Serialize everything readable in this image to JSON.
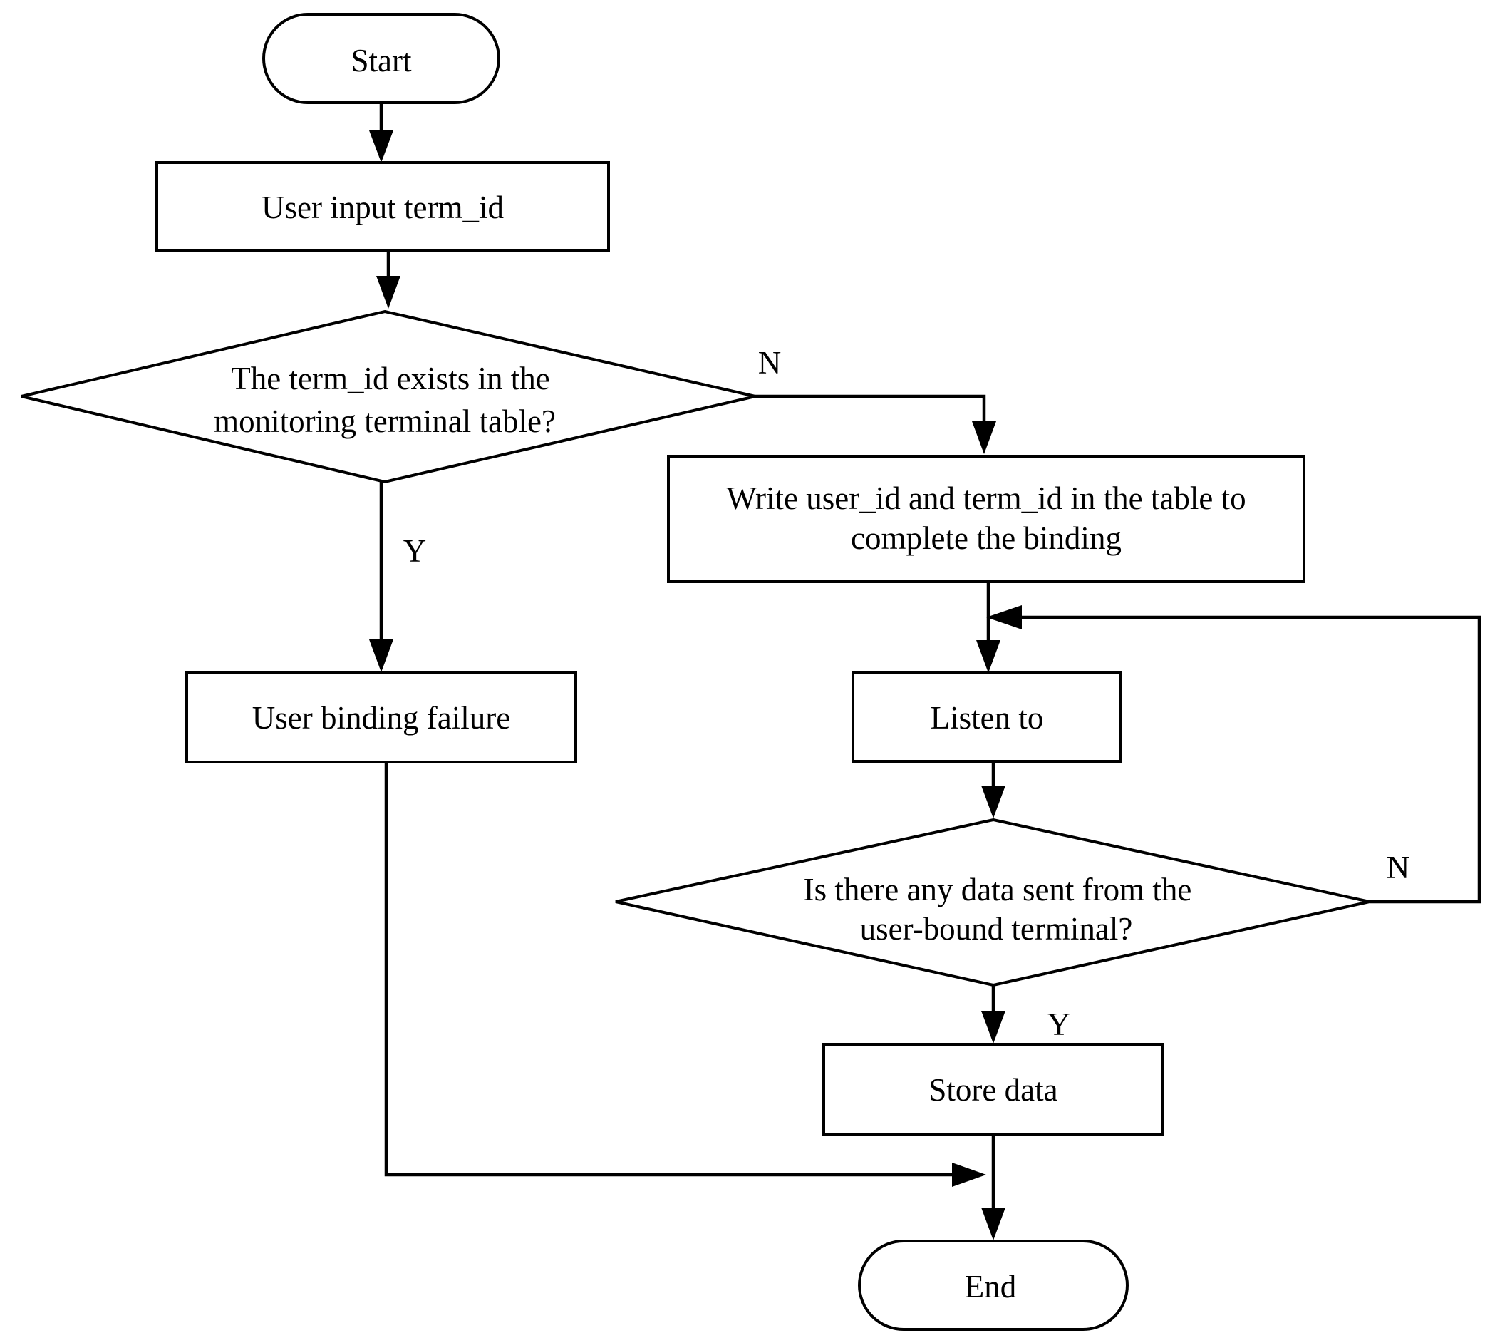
{
  "flowchart": {
    "start": "Start",
    "input": "User input term_id",
    "decision1": {
      "line1": "The term_id exists in the",
      "line2": "monitoring terminal table?",
      "yes_label": "Y",
      "no_label": "N"
    },
    "failure": "User binding failure",
    "write": {
      "line1": "Write user_id and term_id in the table to",
      "line2": "complete the binding"
    },
    "listen": "Listen to",
    "decision2": {
      "line1": "Is there any data sent from the",
      "line2": "user-bound terminal?",
      "yes_label": "Y",
      "no_label": "N"
    },
    "store": "Store data",
    "end": "End"
  }
}
